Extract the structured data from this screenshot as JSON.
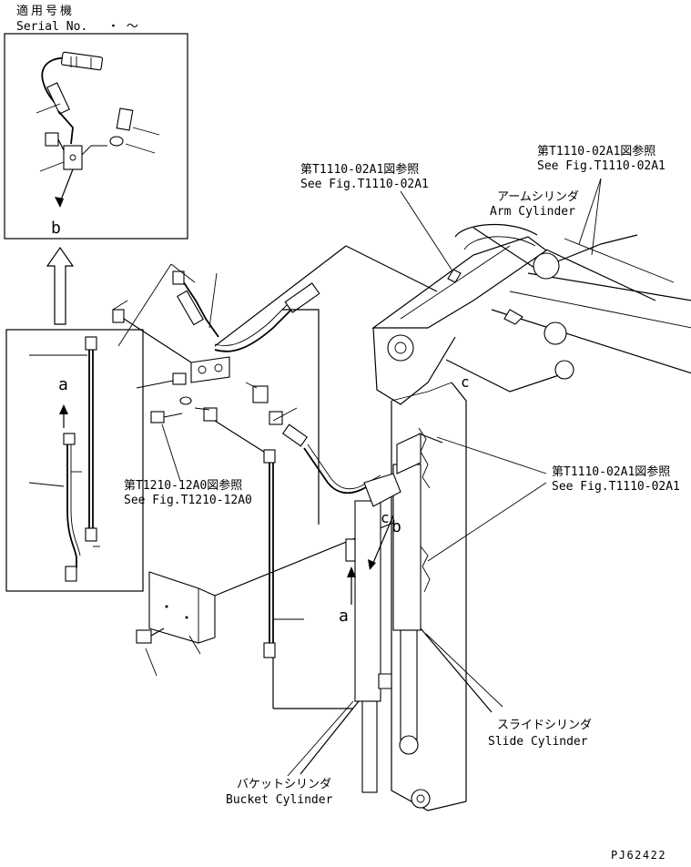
{
  "header": {
    "applicable_label": "適用号機",
    "serial_label": "Serial No.",
    "serial_value": "・ 〜"
  },
  "references": {
    "ref_top_jp": "第T1110-02A1図参照",
    "ref_top_en": "See Fig.T1110-02A1",
    "ref_mid_jp": "第T1110-02A1図参照",
    "ref_mid_en": "See Fig.T1110-02A1",
    "ref_right_jp": "第T1110-02A1図参照",
    "ref_right_en": "See Fig.T1110-02A1",
    "ref_left_jp": "第T1210-12A0図参照",
    "ref_left_en": "See Fig.T1210-12A0"
  },
  "components": {
    "arm_cylinder_jp": "アームシリンダ",
    "arm_cylinder_en": "Arm Cylinder",
    "slide_cylinder_jp": "スライドシリンダ",
    "slide_cylinder_en": "Slide Cylinder",
    "bucket_cylinder_jp": "バケットシリンダ",
    "bucket_cylinder_en": "Bucket Cylinder"
  },
  "markers": {
    "a_upper": "a",
    "a_lower": "a",
    "b_upper": "b",
    "b_lower": "b",
    "c_label": "c"
  },
  "footer": {
    "drawing_number": "PJ62422"
  }
}
